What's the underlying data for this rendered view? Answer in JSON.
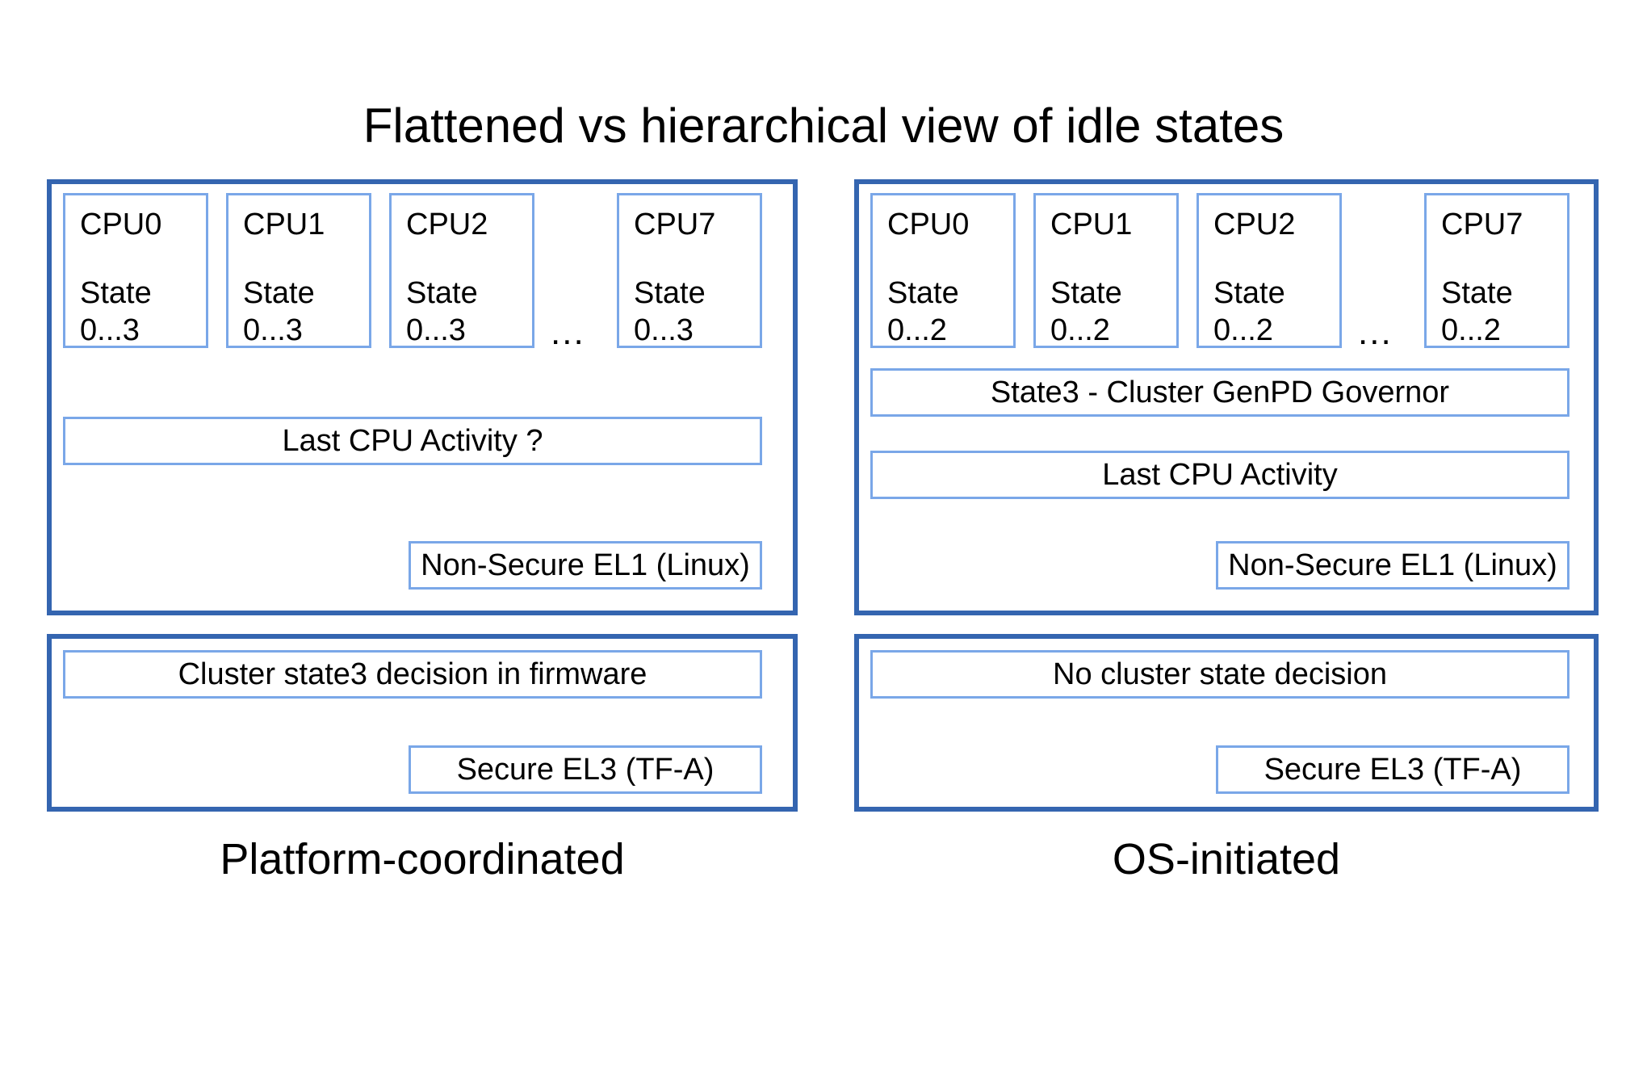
{
  "title": "Flattened vs hierarchical view of idle states",
  "colors": {
    "panel_border": "#3465b0",
    "box_border": "#7aa7e8",
    "background": "#ffffff",
    "text": "#000000"
  },
  "columns": [
    {
      "key": "platform_coordinated",
      "caption": "Platform-coordinated",
      "os_panel": {
        "cpus": [
          {
            "name": "CPU0",
            "state_label": "State",
            "state_range": "0...3"
          },
          {
            "name": "CPU1",
            "state_label": "State",
            "state_range": "0...3"
          },
          {
            "name": "CPU2",
            "state_label": "State",
            "state_range": "0...3"
          },
          {
            "name": "CPU7",
            "state_label": "State",
            "state_range": "0...3"
          }
        ],
        "ellipsis": "...",
        "bars": [
          {
            "label": "Last CPU Activity ?"
          }
        ],
        "level": "Non-Secure EL1 (Linux)"
      },
      "fw_panel": {
        "bars": [
          {
            "label": "Cluster state3 decision in firmware"
          }
        ],
        "level": "Secure EL3 (TF-A)"
      }
    },
    {
      "key": "os_initiated",
      "caption": "OS-initiated",
      "os_panel": {
        "cpus": [
          {
            "name": "CPU0",
            "state_label": "State",
            "state_range": "0...2"
          },
          {
            "name": "CPU1",
            "state_label": "State",
            "state_range": "0...2"
          },
          {
            "name": "CPU2",
            "state_label": "State",
            "state_range": "0...2"
          },
          {
            "name": "CPU7",
            "state_label": "State",
            "state_range": "0...2"
          }
        ],
        "ellipsis": "...",
        "bars": [
          {
            "label": "State3 - Cluster GenPD Governor"
          },
          {
            "label": "Last CPU Activity"
          }
        ],
        "level": "Non-Secure EL1 (Linux)"
      },
      "fw_panel": {
        "bars": [
          {
            "label": "No cluster state decision"
          }
        ],
        "level": "Secure EL3 (TF-A)"
      }
    }
  ]
}
